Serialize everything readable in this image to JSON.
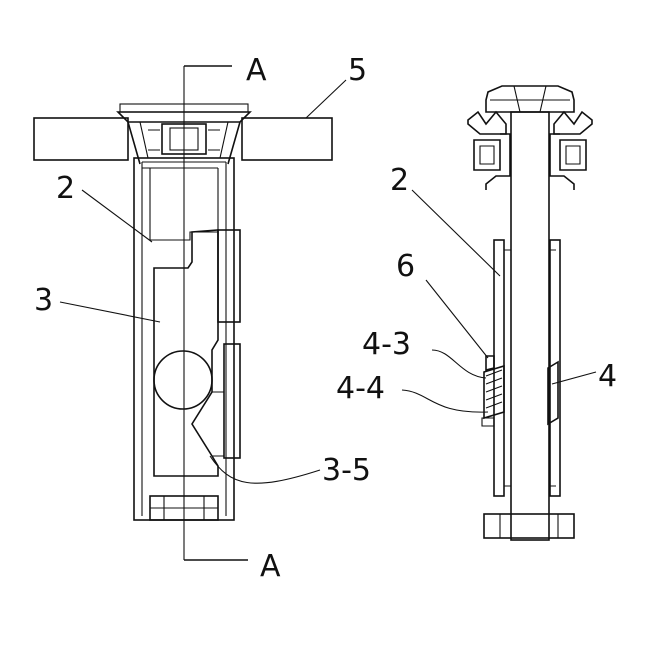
{
  "labels": {
    "section_top": "A",
    "section_bottom": "A",
    "part_5": "5",
    "part_2_left": "2",
    "part_3": "3",
    "part_3_5": "3-5",
    "part_2_right": "2",
    "part_6": "6",
    "part_4_3": "4-3",
    "part_4_4": "4-4",
    "part_4": "4"
  },
  "colors": {
    "line": "#111111",
    "background": "#ffffff"
  }
}
